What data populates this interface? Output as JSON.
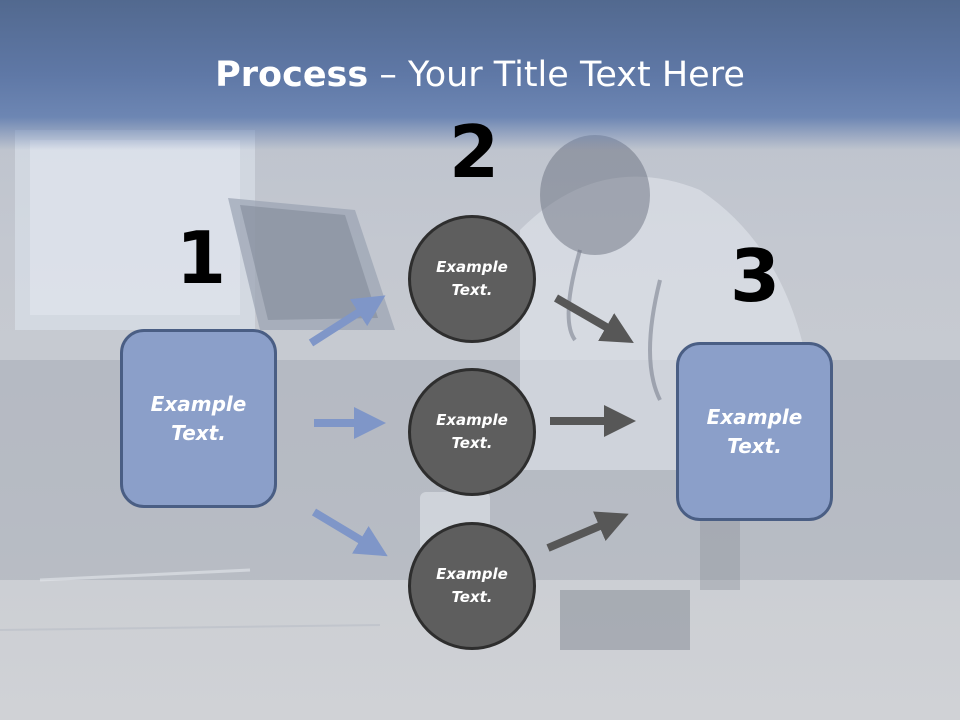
{
  "slide": {
    "title_bold": "Process",
    "title_rest": " – Your Title Text Here"
  },
  "steps": {
    "one": "1",
    "two": "2",
    "three": "3"
  },
  "left_box": {
    "text_line1": "Example",
    "text_line2": "Text."
  },
  "right_box": {
    "text_line1": "Example",
    "text_line2": "Text."
  },
  "circles": [
    {
      "text_line1": "Example",
      "text_line2": "Text."
    },
    {
      "text_line1": "Example",
      "text_line2": "Text."
    },
    {
      "text_line1": "Example",
      "text_line2": "Text."
    }
  ],
  "colors": {
    "title_band": "#5f78a6",
    "box_fill": "#8b9fc9",
    "circle_fill": "#5e5e5e",
    "blue_arrow": "#7f96c8",
    "gray_arrow": "#575757"
  }
}
